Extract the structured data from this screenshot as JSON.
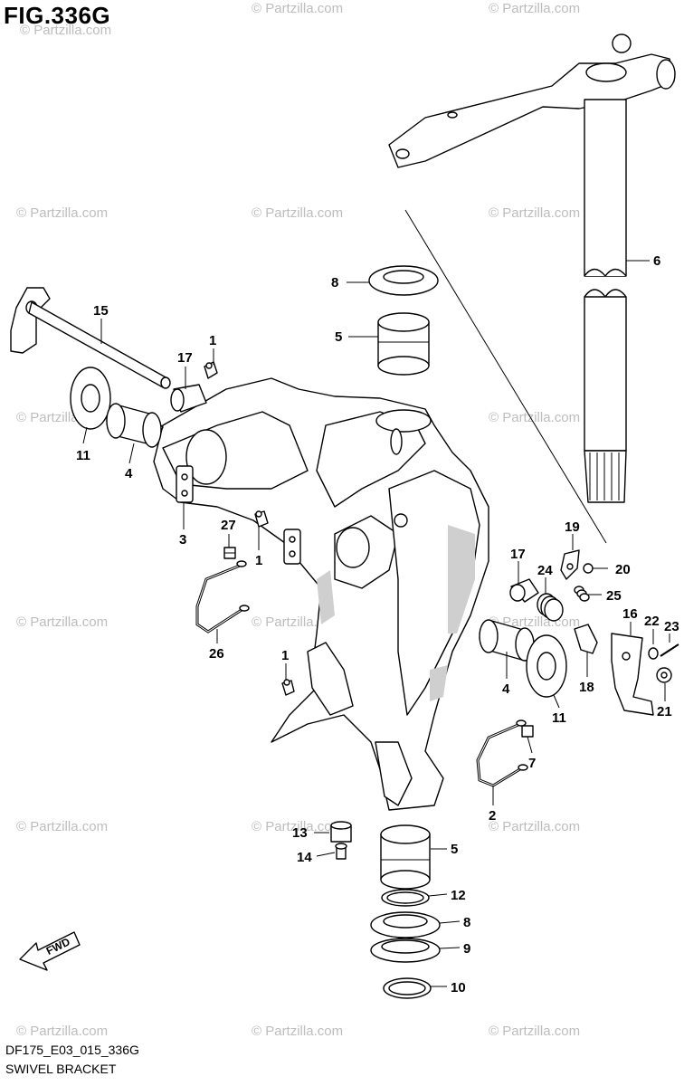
{
  "figure_title": "FIG.336G",
  "diagram_code": "DF175_E03_015_336G",
  "caption": "SWIVEL BRACKET",
  "watermark": "© Partzilla.com",
  "fwd_label": "FWD",
  "callouts": {
    "c1a": "1",
    "c1b": "1",
    "c1c": "1",
    "c2": "2",
    "c3": "3",
    "c4a": "4",
    "c4b": "4",
    "c5a": "5",
    "c5b": "5",
    "c6": "6",
    "c7": "7",
    "c8a": "8",
    "c8b": "8",
    "c9": "9",
    "c10": "10",
    "c11a": "11",
    "c11b": "11",
    "c12": "12",
    "c13": "13",
    "c14": "14",
    "c15": "15",
    "c16": "16",
    "c17a": "17",
    "c17b": "17",
    "c18": "18",
    "c19": "19",
    "c20": "20",
    "c21": "21",
    "c22": "22",
    "c23": "23",
    "c24": "24",
    "c25": "25",
    "c26": "26",
    "c27": "27"
  }
}
